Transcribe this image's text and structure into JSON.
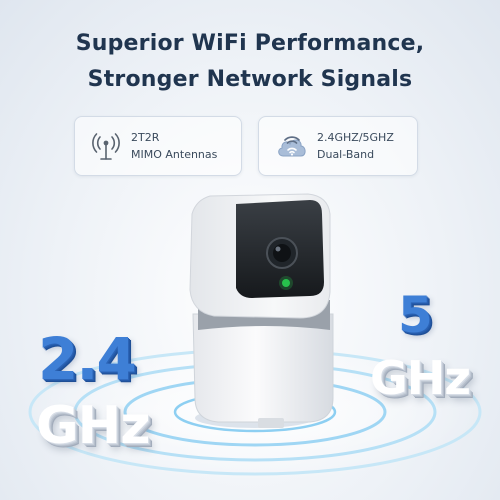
{
  "headline": {
    "line1": "Superior WiFi Performance,",
    "line2": "Stronger Network Signals"
  },
  "features": [
    {
      "icon": "antenna-icon",
      "line1": "2T2R",
      "line2": "MIMO Antennas"
    },
    {
      "icon": "cloud-wifi-icon",
      "line1": "2.4GHZ/5GHZ",
      "line2": "Dual-Band"
    }
  ],
  "badges": {
    "left_number": "2.4",
    "left_unit": "GHz",
    "right_number": "5",
    "right_unit": "GHz"
  },
  "colors": {
    "headline": "#20354f",
    "accent_blue": "#3e7fd6",
    "camera_body": "#f4f5f7",
    "status_light": "#27c24c"
  }
}
